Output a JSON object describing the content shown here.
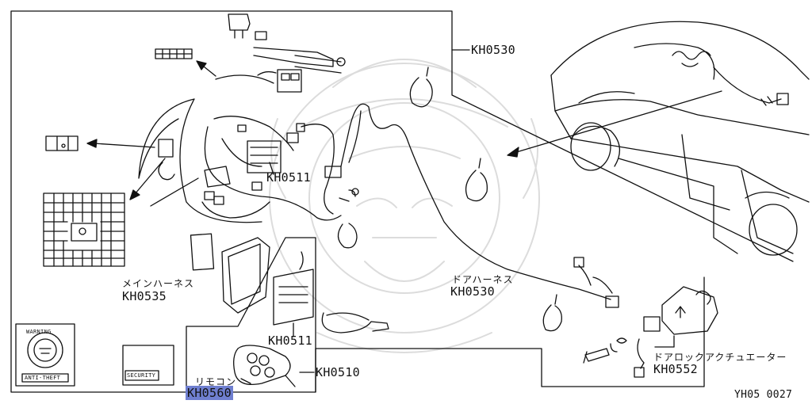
{
  "labels": {
    "kh0530_top": "KH0530",
    "kh0511_upper": "KH0511",
    "main_harness_jp": "メインハーネス",
    "kh0535": "KH0535",
    "door_harness_jp": "ドアハーネス",
    "kh0530_mid": "KH0530",
    "kh0511_lower": "KH0511",
    "kh0510": "KH0510",
    "remote_jp": "リモコン",
    "kh0560": "KH0560",
    "door_lock_actuator_jp": "ドアロックアクチュエーター",
    "kh0552": "KH0552",
    "diagram_code": "YH05 0027"
  },
  "stickers": {
    "warning_sticker_text": "WARNING",
    "warning_sticker_bottom": "ANTI-THEFT",
    "security_sticker_text": "SECURITY"
  },
  "colors": {
    "line": "#111111",
    "highlight": "#6f7fd0",
    "watermark": "#d9d9d9"
  }
}
